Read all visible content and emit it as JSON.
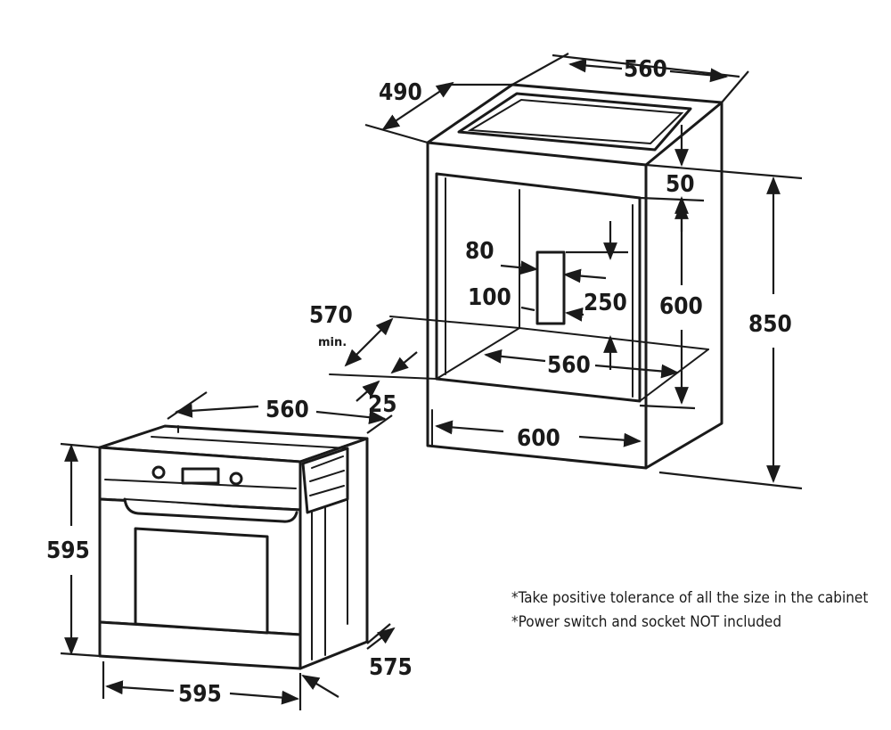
{
  "cabinet": {
    "dims": {
      "top_width": "560",
      "top_depth": "490",
      "top_gap": "50",
      "socket_width": "80",
      "socket_offset": "100",
      "socket_height": "250",
      "niche_height": "600",
      "total_height": "850",
      "floor_depth": "570",
      "floor_depth_suffix": "min.",
      "inner_width": "560",
      "outer_width": "600",
      "back_gap": "25"
    }
  },
  "oven": {
    "dims": {
      "top_width": "560",
      "height": "595",
      "width": "595",
      "depth": "575"
    }
  },
  "notes": [
    "*Take positive tolerance of all the size in the cabinet",
    "*Power switch and socket NOT included"
  ]
}
